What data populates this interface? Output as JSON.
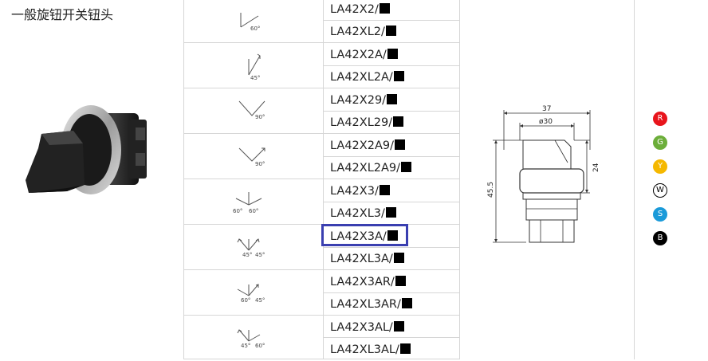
{
  "title": "一般旋钮开关钮头",
  "rows": [
    {
      "models": [
        "LA42X2/",
        "LA42XL2/"
      ],
      "angles": [
        "60°"
      ]
    },
    {
      "models": [
        "LA42X2A/",
        "LA42XL2A/"
      ],
      "angles": [
        "45°"
      ]
    },
    {
      "models": [
        "LA42X29/",
        "LA42XL29/"
      ],
      "angles": [
        "90°"
      ]
    },
    {
      "models": [
        "LA42X2A9/",
        "LA42XL2A9/"
      ],
      "angles": [
        "90°"
      ]
    },
    {
      "models": [
        "LA42X3/",
        "LA42XL3/"
      ],
      "angles": [
        "60°",
        "60°"
      ]
    },
    {
      "models": [
        "LA42X3A/",
        "LA42XL3A/"
      ],
      "angles": [
        "45°",
        "45°"
      ]
    },
    {
      "models": [
        "LA42X3AR/",
        "LA42XL3AR/"
      ],
      "angles": [
        "60°",
        "45°"
      ]
    },
    {
      "models": [
        "LA42X3AL/",
        "LA42XL3AL/"
      ],
      "angles": [
        "45°",
        "60°"
      ]
    }
  ],
  "dimensions": {
    "width": "37",
    "diameter": "ø30",
    "height": "45.5",
    "head": "24"
  },
  "colors": [
    {
      "letter": "R",
      "hex": "#e8141c"
    },
    {
      "letter": "G",
      "hex": "#6cae3a"
    },
    {
      "letter": "Y",
      "hex": "#f5b800"
    },
    {
      "letter": "W",
      "hex": "#ffffff"
    },
    {
      "letter": "S",
      "hex": "#1a9ad9"
    },
    {
      "letter": "B",
      "hex": "#000000"
    }
  ]
}
